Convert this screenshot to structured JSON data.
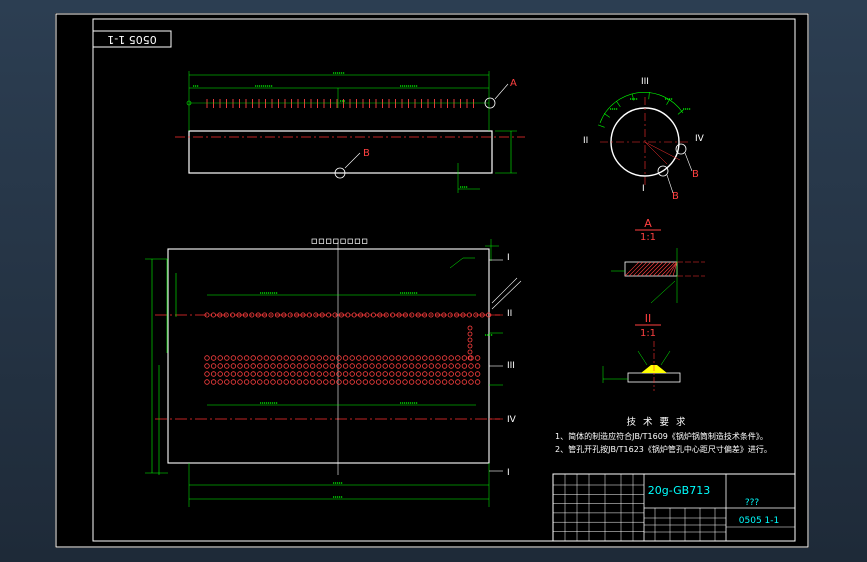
{
  "colors": {
    "background": "#2c3e52",
    "paper": "#000000",
    "outline": "#ffffff",
    "dimension": "#00ff00",
    "hole": "#ff4040",
    "centerline": "#ff3030",
    "note": "#ffffff",
    "title_block": "#00ffff",
    "weld": "#ffff00"
  },
  "drawing_number_rotated": "0505 1-1",
  "callouts": {
    "A": "A",
    "B": "B",
    "B2": "B",
    "I_top": "I",
    "II": "II",
    "III": "III",
    "IV": "IV"
  },
  "views": {
    "clock_labels": {
      "III": "III",
      "II": "II",
      "IV": "IV",
      "I": "I"
    },
    "section_a": {
      "label": "A",
      "scale": "1:1"
    },
    "section_ii": {
      "label": "II",
      "scale": "1:1"
    },
    "lower_labels": {
      "I_top": "I",
      "II": "II",
      "III": "III",
      "IV": "IV",
      "I_bottom": "I"
    }
  },
  "notes": {
    "heading": "技 术 要 求",
    "line1": "1、简体的制造应符合JB/T1609《锅炉锅筒制造技术条件》。",
    "line2": "2、管孔开孔按JB/T1623《锅炉管孔中心距尺寸偏差》进行。"
  },
  "title_block": {
    "material": "20g-GB713",
    "name": "???",
    "drawing_no": "0505 1-1"
  }
}
